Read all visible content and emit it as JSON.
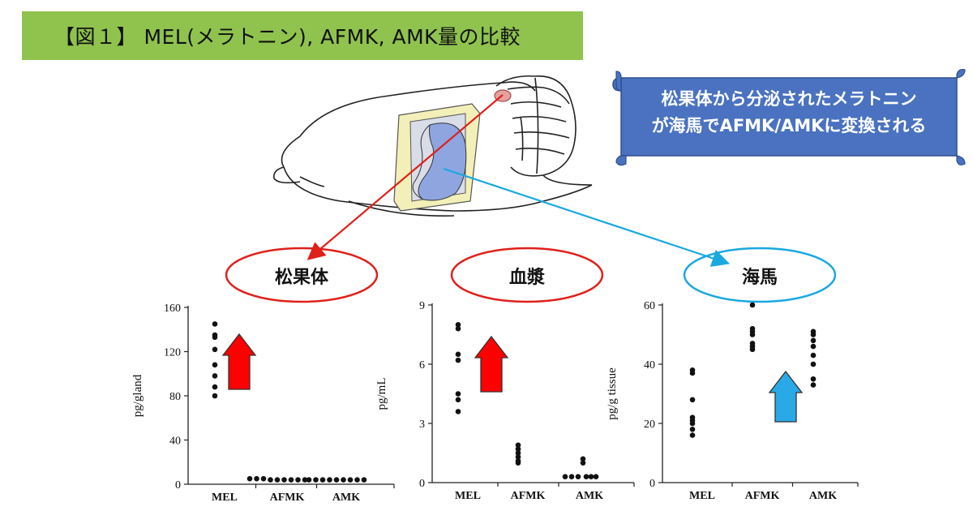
{
  "title": "【図１】 MEL(メラトニン), AFMK, AMK量の比較",
  "banner": {
    "line1": "松果体から分泌されたメラトニン",
    "line2": "が海馬でAFMK/AMKに変換される",
    "fill": "#4a72c0",
    "edge": "#2f4f8f"
  },
  "colors": {
    "title_bg": "#8fc34e",
    "red": "#e0201b",
    "blue": "#1aa8e0",
    "dot": "#111111",
    "up_red": "#ff0000",
    "up_blue": "#29a9e6"
  },
  "ovals": [
    {
      "label": "松果体",
      "color": "#e0201b"
    },
    {
      "label": "血漿",
      "color": "#e0201b"
    },
    {
      "label": "海馬",
      "color": "#1aa8e0"
    }
  ],
  "chart_data": [
    {
      "type": "scatter",
      "region": "松果体",
      "ylabel": "pg/gland",
      "ylim": [
        0,
        160
      ],
      "yticks": [
        0,
        40,
        80,
        120,
        160
      ],
      "categories": [
        "MEL",
        "AFMK",
        "AMK"
      ],
      "trend_arrow": "up-red",
      "series": [
        {
          "category": "MEL",
          "values": [
            145,
            135,
            133,
            122,
            108,
            98,
            88,
            80
          ]
        },
        {
          "category": "AFMK",
          "values": [
            5,
            5,
            5,
            4,
            4,
            4,
            4,
            4,
            4
          ]
        },
        {
          "category": "AMK",
          "values": [
            4,
            4,
            4,
            4,
            4,
            4,
            4,
            4,
            4
          ]
        }
      ]
    },
    {
      "type": "scatter",
      "region": "血漿",
      "ylabel": "pg/mL",
      "ylim": [
        0,
        9
      ],
      "yticks": [
        0,
        3,
        6,
        9
      ],
      "categories": [
        "MEL",
        "AFMK",
        "AMK"
      ],
      "trend_arrow": "up-red",
      "series": [
        {
          "category": "MEL",
          "values": [
            8.0,
            7.8,
            6.5,
            6.2,
            4.5,
            4.2,
            3.6
          ]
        },
        {
          "category": "AFMK",
          "values": [
            1.9,
            1.7,
            1.5,
            1.3,
            1.1,
            1.0
          ]
        },
        {
          "category": "AMK",
          "values": [
            1.2,
            1.0,
            0.3,
            0.3,
            0.3,
            0.3,
            0.3,
            0.3
          ]
        }
      ]
    },
    {
      "type": "scatter",
      "region": "海馬",
      "ylabel": "pg/g tissue",
      "ylim": [
        0,
        60
      ],
      "yticks": [
        0,
        20,
        40,
        60
      ],
      "categories": [
        "MEL",
        "AFMK",
        "AMK"
      ],
      "trend_arrow": "up-blue",
      "series": [
        {
          "category": "MEL",
          "values": [
            38,
            37,
            28,
            22,
            21,
            20,
            18,
            16
          ]
        },
        {
          "category": "AFMK",
          "values": [
            60,
            52,
            51,
            50,
            47,
            46,
            45
          ]
        },
        {
          "category": "AMK",
          "values": [
            51,
            50,
            48,
            46,
            43,
            40,
            35,
            33
          ]
        }
      ]
    }
  ]
}
